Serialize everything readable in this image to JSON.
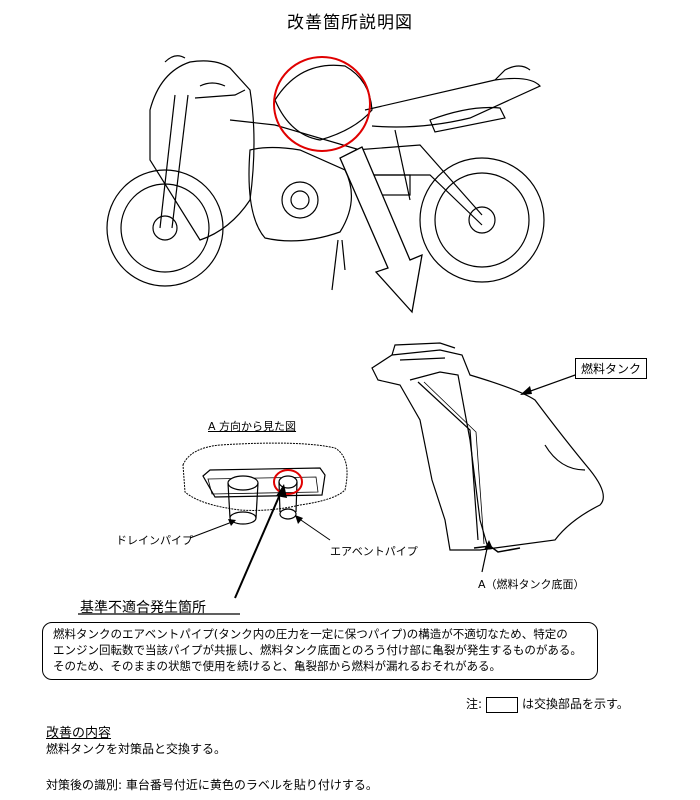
{
  "title": "改善箇所説明図",
  "labels": {
    "fuel_tank": "燃料タンク",
    "view_a": "A 方向から見た図",
    "drain_pipe": "ドレインパイプ",
    "air_vent_pipe": "エアベントパイプ",
    "a_tank_bottom": "A（燃料タンク底面）",
    "nonconformity_location": "基準不適合発生箇所"
  },
  "description": {
    "line1": "燃料タンクのエアベントパイプ(タンク内の圧力を一定に保つパイプ)の構造が不適切なため、特定の",
    "line2": "エンジン回転数で当該パイプが共振し、燃料タンク底面とのろう付け部に亀裂が発生するものがある。",
    "line3": "そのため、そのままの状態で使用を続けると、亀裂部から燃料が漏れるおそれがある。"
  },
  "legend": {
    "prefix": "注:",
    "suffix": "は交換部品を示す。"
  },
  "improvement": {
    "heading": "改善の内容",
    "body": "燃料タンクを対策品と交換する。"
  },
  "identification": "対策後の識別: 車台番号付近に黄色のラベルを貼り付けする。",
  "colors": {
    "highlight": "#e00000",
    "line": "#000000"
  }
}
